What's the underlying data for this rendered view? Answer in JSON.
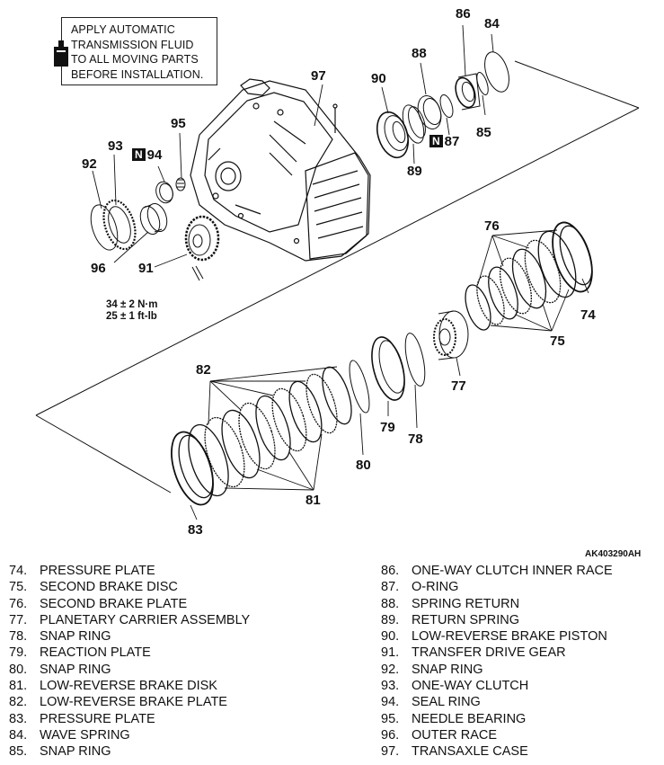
{
  "notice": {
    "lines": [
      "APPLY AUTOMATIC",
      "TRANSMISSION FLUID",
      "TO ALL MOVING PARTS",
      "BEFORE INSTALLATION."
    ]
  },
  "torque": {
    "metric": "34 ± 2 N·m",
    "imperial": "25 ± 1 ft-lb"
  },
  "drawing_code": "AK403290AH",
  "callouts": {
    "c84": "84",
    "c85": "85",
    "c86": "86",
    "c87": "87",
    "c88": "88",
    "c89": "89",
    "c90": "90",
    "c91": "91",
    "c92": "92",
    "c93": "93",
    "c94": "94",
    "c95": "95",
    "c96": "96",
    "c97": "97",
    "c74": "74",
    "c75": "75",
    "c76": "76",
    "c77": "77",
    "c78": "78",
    "c79": "79",
    "c80": "80",
    "c81": "81",
    "c82": "82",
    "c83": "83",
    "badge": "N"
  },
  "legend_left": [
    {
      "num": "74.",
      "name": "PRESSURE PLATE"
    },
    {
      "num": "75.",
      "name": "SECOND BRAKE DISC"
    },
    {
      "num": "76.",
      "name": "SECOND BRAKE PLATE"
    },
    {
      "num": "77.",
      "name": "PLANETARY CARRIER ASSEMBLY"
    },
    {
      "num": "78.",
      "name": "SNAP RING"
    },
    {
      "num": "79.",
      "name": "REACTION PLATE"
    },
    {
      "num": "80.",
      "name": "SNAP RING"
    },
    {
      "num": "81.",
      "name": "LOW-REVERSE BRAKE DISK"
    },
    {
      "num": "82.",
      "name": "LOW-REVERSE BRAKE PLATE"
    },
    {
      "num": "83.",
      "name": "PRESSURE PLATE"
    },
    {
      "num": "84.",
      "name": "WAVE SPRING"
    },
    {
      "num": "85.",
      "name": "SNAP RING"
    }
  ],
  "legend_right": [
    {
      "num": "86.",
      "name": "ONE-WAY CLUTCH INNER RACE"
    },
    {
      "num": "87.",
      "name": "O-RING"
    },
    {
      "num": "88.",
      "name": "SPRING RETURN"
    },
    {
      "num": "89.",
      "name": "RETURN SPRING"
    },
    {
      "num": "90.",
      "name": "LOW-REVERSE BRAKE PISTON"
    },
    {
      "num": "91.",
      "name": "TRANSFER DRIVE GEAR"
    },
    {
      "num": "92.",
      "name": "SNAP RING"
    },
    {
      "num": "93.",
      "name": "ONE-WAY CLUTCH"
    },
    {
      "num": "94.",
      "name": "SEAL RING"
    },
    {
      "num": "95.",
      "name": "NEEDLE BEARING"
    },
    {
      "num": "96.",
      "name": "OUTER RACE"
    },
    {
      "num": "97.",
      "name": "TRANSAXLE CASE"
    }
  ]
}
